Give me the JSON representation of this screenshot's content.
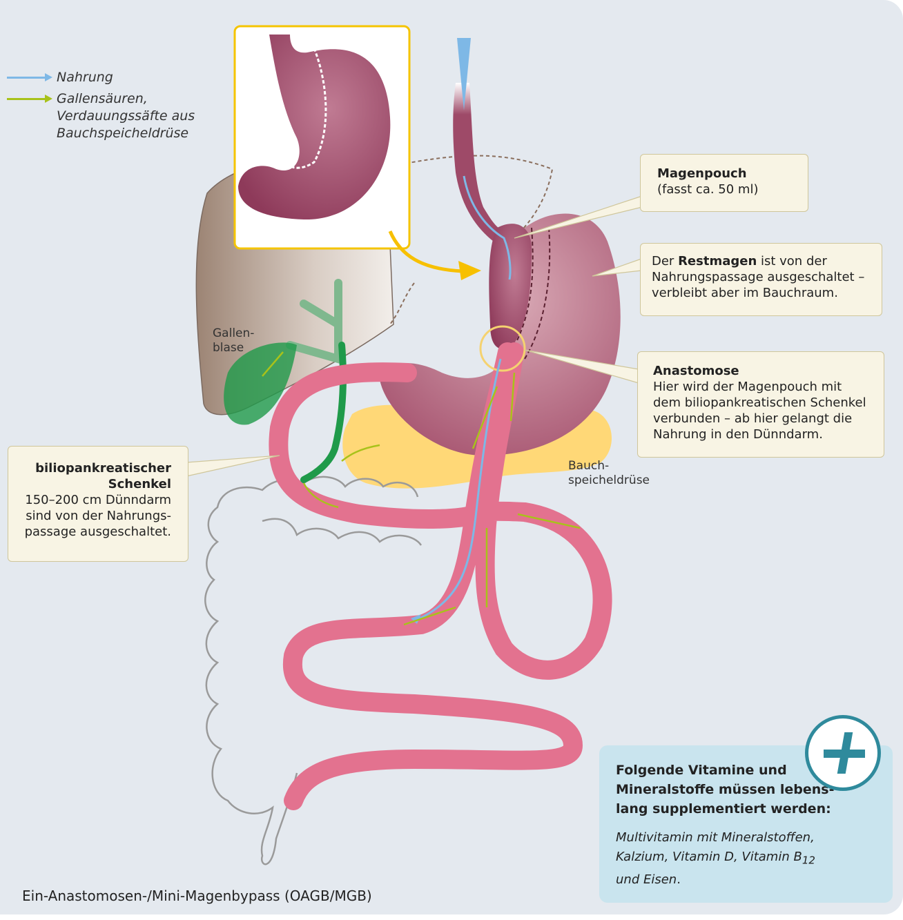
{
  "legend": {
    "food_label": "Nahrung",
    "bile_label_1": "Gallensäuren,",
    "bile_label_2": "Verdauungssäfte aus",
    "bile_label_3": "Bauchspeicheldrüse"
  },
  "labels": {
    "gallbladder_1": "Gallen-",
    "gallbladder_2": "blase",
    "pancreas_1": "Bauch-",
    "pancreas_2": "speicheldrüse"
  },
  "pouch_box": {
    "title": "Magenpouch",
    "text": "(fasst ca. 50 ml)"
  },
  "remnant_box": {
    "pre": "Der ",
    "bold": "Restmagen",
    "post": " ist von der",
    "line2": "Nahrungspassage ausgeschaltet –",
    "line3": "verbleibt aber im Bauchraum."
  },
  "anastomosis_box": {
    "title": "Anastomose",
    "line1": "Hier wird der Magenpouch mit",
    "line2": "dem biliopankreatischen Schenkel",
    "line3": "verbunden – ab hier gelangt die",
    "line4": "Nahrung in den Dünndarm."
  },
  "limb_box": {
    "title_1": "biliopankreatischer",
    "title_2": "Schenkel",
    "line1": "150–200 cm Dünndarm",
    "line2": "sind von der Nahrungs-",
    "line3": "passage ausgeschaltet."
  },
  "supplement": {
    "head_1": "Folgende Vitamine und",
    "head_2": "Mineralstoffe müssen lebens-",
    "head_3": "lang supplementiert werden:",
    "body_1": "Multivitamin mit Mineralstoffen,",
    "body_2": "Kalzium, Vitamin D, Vitamin B",
    "body_sub": "12",
    "body_3": "und Eisen",
    "body_end": "."
  },
  "caption": "Ein-Anastomosen-/Mini-Magenbypass (OAGB/MGB)",
  "colors": {
    "background": "#e4e9ef",
    "food_arrow": "#7eb8e6",
    "bile_arrow": "#a8c21a",
    "intestine": "#e3728f",
    "stomach": "#9e4a68",
    "liver": "#b4a294",
    "gallbladder": "#1f9a4a",
    "pancreas": "#ffd877",
    "yellow_arrow": "#f7c000",
    "accent_plus": "#2f8a9c"
  },
  "icons": {
    "plus": "plus-icon"
  }
}
